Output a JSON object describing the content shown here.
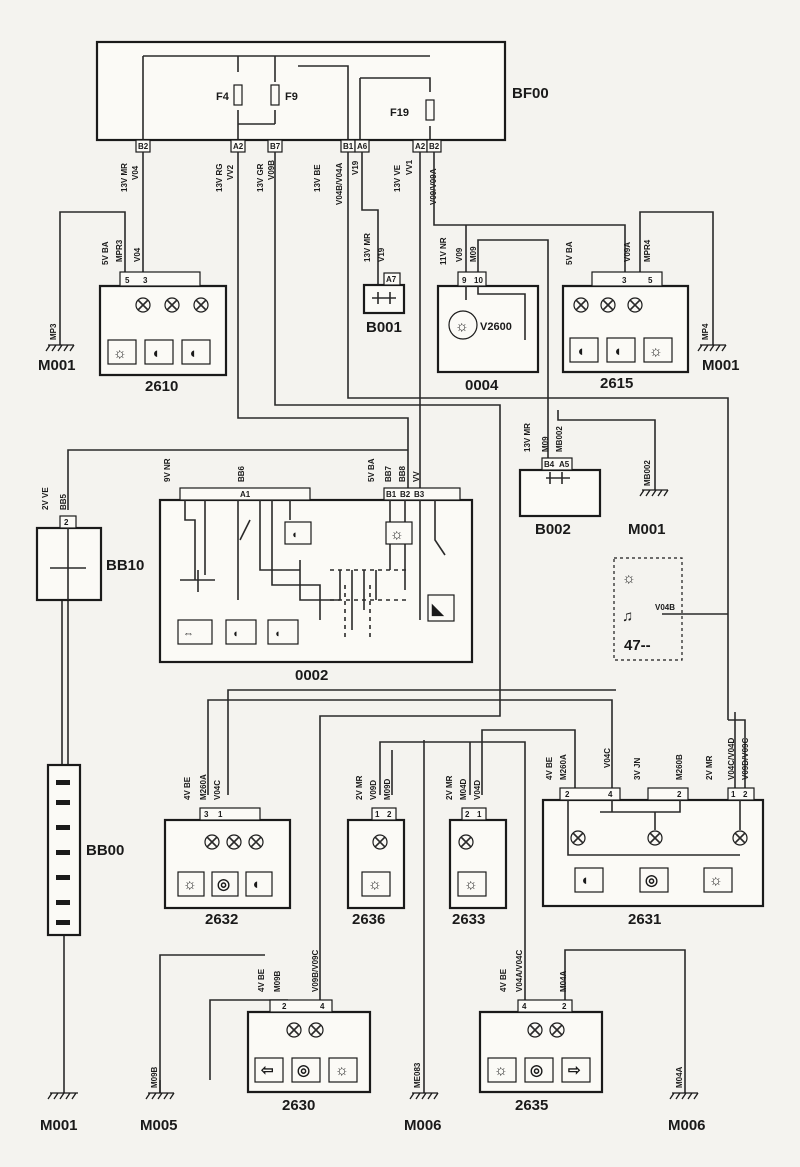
{
  "fusebox": {
    "code": "BF00",
    "fuses": [
      "F4",
      "F9",
      "F19"
    ],
    "pins": [
      "B2",
      "A2",
      "B7",
      "B1",
      "A6",
      "A2",
      "B2"
    ]
  },
  "wires_top": [
    {
      "color": "13V MR",
      "id": "V04"
    },
    {
      "color": "13V RG",
      "id": "VV2"
    },
    {
      "color": "13V GR",
      "id": "V09B"
    },
    {
      "color": "13V BE",
      "id": "V04B/V04A"
    },
    {
      "color": "",
      "id": "V19"
    },
    {
      "color": "13V VE",
      "id": "VV1"
    },
    {
      "color": "",
      "id": "V09/V09A"
    }
  ],
  "components": {
    "c2610": {
      "code": "2610",
      "conn": "5V BA",
      "wires": [
        "MPR3",
        "V04"
      ],
      "pins": [
        "5",
        "3"
      ]
    },
    "b001": {
      "code": "B001",
      "conn": "13V MR",
      "wire": "V19",
      "pin": "A7"
    },
    "c0004": {
      "code": "0004",
      "conn": "11V NR",
      "wires": [
        "V09",
        "M09"
      ],
      "pins": [
        "9",
        "10"
      ],
      "lamp": "V2600"
    },
    "c2615": {
      "code": "2615",
      "conn": "5V BA",
      "wires": [
        "V09A",
        "MPR4"
      ],
      "pins": [
        "3",
        "5"
      ]
    },
    "b002": {
      "code": "B002",
      "conn": "13V MR",
      "wires": [
        "M09",
        "MB002"
      ],
      "pins": [
        "B4",
        "A5"
      ]
    },
    "c0002": {
      "code": "0002",
      "conn1": "9V NR",
      "conn1wire": "BB6",
      "conn1pin": "A1",
      "conn2": "5V BA",
      "conn2wires": [
        "BB7",
        "BB8",
        "VV"
      ],
      "conn2pins": [
        "B1",
        "B2",
        "B3"
      ]
    },
    "bb10": {
      "code": "BB10",
      "conn": "2V VE",
      "wire": "BB5",
      "pin": "2"
    },
    "bb00": {
      "code": "BB00"
    },
    "legend": {
      "wire": "V04B",
      "code": "47--"
    },
    "c2632": {
      "code": "2632",
      "conn": "4V BE",
      "wires": [
        "M260A",
        "V04C"
      ],
      "pins": [
        "3",
        "1"
      ]
    },
    "c2636": {
      "code": "2636",
      "conn": "2V MR",
      "wires": [
        "V09D",
        "M09D"
      ],
      "pins": [
        "1",
        "2"
      ]
    },
    "c2633": {
      "code": "2633",
      "conn": "2V MR",
      "wires": [
        "M04D",
        "V04D"
      ],
      "pins": [
        "2",
        "1"
      ]
    },
    "c2631": {
      "code": "2631",
      "conn1": "4V BE",
      "conn1wires": [
        "M260A",
        "V04C"
      ],
      "conn1pins": [
        "2",
        "4"
      ],
      "conn2": "3V JN",
      "conn2wire": "M260B",
      "conn2pin": "2",
      "conn3": "2V MR",
      "conn3wires": [
        "V04C/V04D",
        "V09D/V09C"
      ],
      "conn3pins": [
        "1",
        "2"
      ]
    },
    "c2630": {
      "code": "2630",
      "conn": "4V BE",
      "wires": [
        "M09B",
        "V09B/V09C"
      ],
      "pins": [
        "2",
        "4"
      ]
    },
    "c2635": {
      "code": "2635",
      "conn": "4V BE",
      "wires": [
        "V04A/V04C",
        "M04A"
      ],
      "pins": [
        "4",
        "2"
      ]
    }
  },
  "grounds": [
    {
      "code": "M001",
      "wire": "MP3"
    },
    {
      "code": "M001",
      "wire": "MP4"
    },
    {
      "code": "M001",
      "wire": "MB002"
    },
    {
      "code": "M001",
      "wire": ""
    },
    {
      "code": "M005",
      "wire": "M09B"
    },
    {
      "code": "M006",
      "wire": "ME083"
    },
    {
      "code": "M006",
      "wire": "M04A"
    }
  ]
}
